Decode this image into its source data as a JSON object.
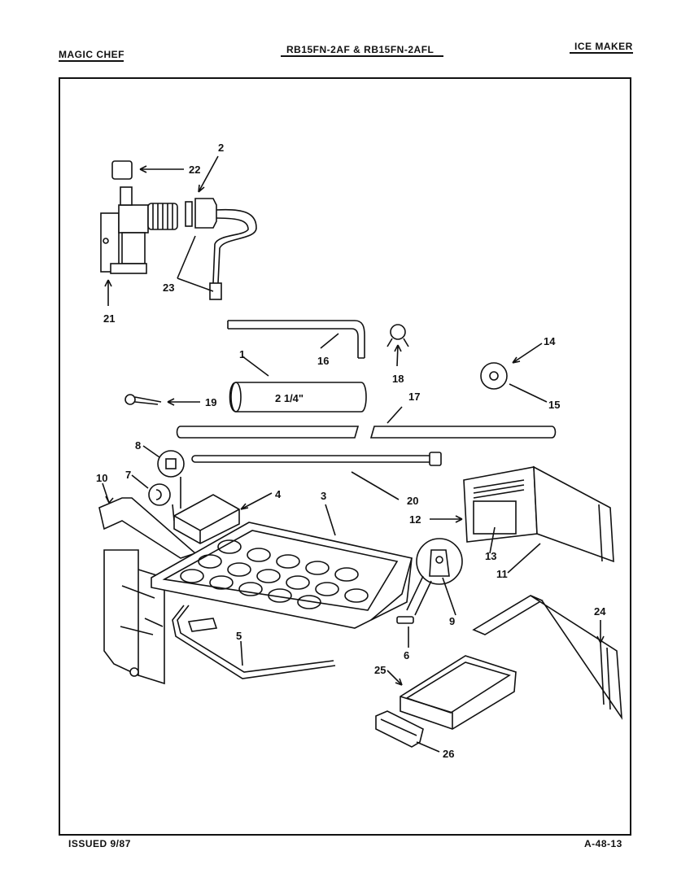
{
  "header": {
    "brand": "MAGIC CHEF",
    "models": "RB15FN-2AF & RB15FN-2AFL",
    "section": "ICE MAKER"
  },
  "footer": {
    "issued": "ISSUED 9/87",
    "page_code": "A-48-13"
  },
  "diagram": {
    "callouts": [
      "1",
      "2",
      "3",
      "4",
      "5",
      "6",
      "7",
      "8",
      "9",
      "10",
      "11",
      "12",
      "13",
      "14",
      "15",
      "16",
      "17",
      "18",
      "19",
      "20",
      "21",
      "22",
      "23",
      "24",
      "25",
      "26"
    ],
    "tube_marking": "2 1/4\""
  }
}
